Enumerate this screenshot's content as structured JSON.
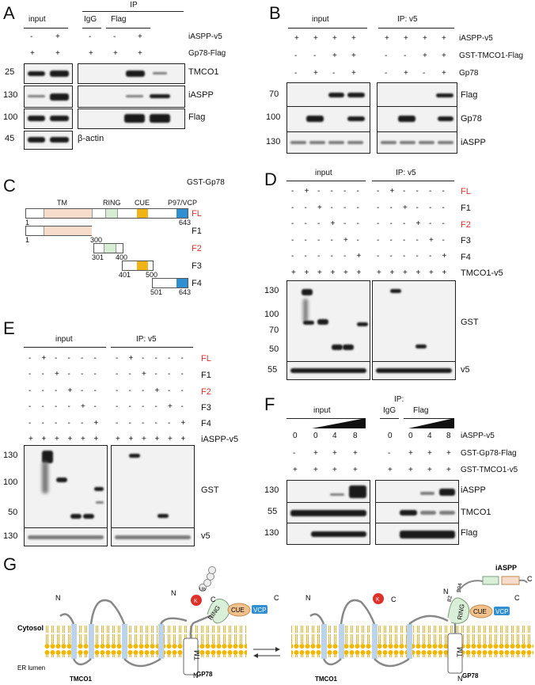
{
  "panels": {
    "A": {
      "letter": "A",
      "ip_header": "IP",
      "groups": [
        "input",
        "IgG",
        "Flag"
      ],
      "row_labels": [
        "iASPP-v5",
        "Gp78-Flag"
      ],
      "row1_signs": [
        "-",
        "+",
        "-",
        "-",
        "+"
      ],
      "row2_signs": [
        "+",
        "+",
        "+",
        "+",
        "+"
      ],
      "mw": [
        "25",
        "130",
        "100",
        "45"
      ],
      "blots": [
        "TMCO1",
        "iASPP",
        "Flag",
        "β-actin"
      ]
    },
    "B": {
      "letter": "B",
      "groups": [
        "input",
        "IP: v5"
      ],
      "row_labels": [
        "iASPP-v5",
        "GST-TMCO1-Flag",
        "Gp78"
      ],
      "row1_signs": [
        "+",
        "+",
        "+",
        "+",
        "+",
        "+",
        "+",
        "+"
      ],
      "row2_signs": [
        "-",
        "-",
        "+",
        "+",
        "-",
        "-",
        "+",
        "+"
      ],
      "row3_signs": [
        "-",
        "+",
        "-",
        "+",
        "-",
        "+",
        "-",
        "+"
      ],
      "mw": [
        "70",
        "100",
        "130"
      ],
      "blots": [
        "Flag",
        "Gp78",
        "iASPP"
      ]
    },
    "C": {
      "letter": "C",
      "title": "GST-Gp78",
      "domains": [
        "TM",
        "RING",
        "CUE",
        "P97/VCP"
      ],
      "constructs": [
        "FL",
        "F1",
        "F2",
        "F3",
        "F4"
      ],
      "numbers": [
        "1",
        "643",
        "1",
        "300",
        "301",
        "400",
        "401",
        "500",
        "501",
        "643"
      ]
    },
    "D": {
      "letter": "D",
      "groups": [
        "input",
        "IP: v5"
      ],
      "row_labels": [
        "FL",
        "F1",
        "F2",
        "F3",
        "F4",
        "TMCO1-v5"
      ],
      "mw": [
        "130",
        "100",
        "70",
        "50",
        "55"
      ],
      "blots": [
        "GST",
        "v5"
      ],
      "plus": "+",
      "minus": "-"
    },
    "E": {
      "letter": "E",
      "groups": [
        "input",
        "IP: v5"
      ],
      "row_labels": [
        "FL",
        "F1",
        "F2",
        "F3",
        "F4",
        "iASPP-v5"
      ],
      "mw": [
        "130",
        "100",
        "50",
        "130"
      ],
      "blots": [
        "GST",
        "v5"
      ],
      "plus": "+",
      "minus": "-"
    },
    "F": {
      "letter": "F",
      "ip_header": "IP:",
      "groups": [
        "input",
        "IgG",
        "Flag"
      ],
      "row_labels": [
        "iASPP-v5",
        "GST-Gp78-Flag",
        "GST-TMCO1-v5"
      ],
      "row1_signs": [
        "0",
        "0",
        "4",
        "8",
        "0",
        "0",
        "4",
        "8"
      ],
      "row2_signs": [
        "-",
        "+",
        "+",
        "+",
        "-",
        "+",
        "+",
        "+"
      ],
      "row3_signs": [
        "+",
        "+",
        "+",
        "+",
        "+",
        "+",
        "+",
        "+"
      ],
      "mw": [
        "130",
        "55",
        "130"
      ],
      "blots": [
        "iASPP",
        "TMCO1",
        "Flag"
      ]
    },
    "G": {
      "letter": "G",
      "labels": {
        "cytosol": "Cytosol",
        "er_lumen": "ER lumen",
        "tmco1": "TMCO1",
        "gp78": "GP78",
        "tm": "TM",
        "ring": "RING",
        "cue": "CUE",
        "vcp": "VCP",
        "ub": "Ub",
        "k": "K",
        "n": "N",
        "c": "C",
        "iaspp": "iASPP",
        "n82": "82",
        "n294": "294"
      }
    }
  },
  "colors": {
    "red_label": "#e0302a",
    "membrane": "#f2b705",
    "tm_fill": "#f7dccb",
    "ring_fill": "#d6ecd3",
    "cue_fill": "#f0b416",
    "vcp_fill": "#2f8fd1"
  }
}
